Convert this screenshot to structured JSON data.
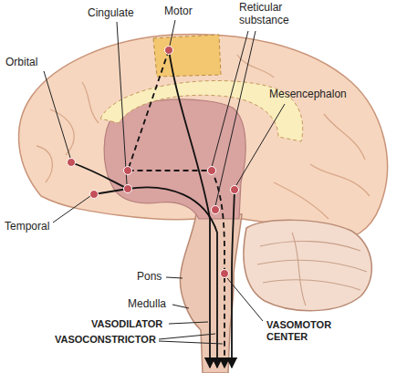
{
  "diagram": {
    "labels": [
      "Cingulate",
      "Motor",
      "Reticular substance",
      "Orbital",
      "Mesencephalon",
      "Temporal",
      "Pons",
      "Medulla",
      "VASODILATOR",
      "VASOCONSTRICTOR",
      "VASOMOTOR CENTER"
    ]
  }
}
